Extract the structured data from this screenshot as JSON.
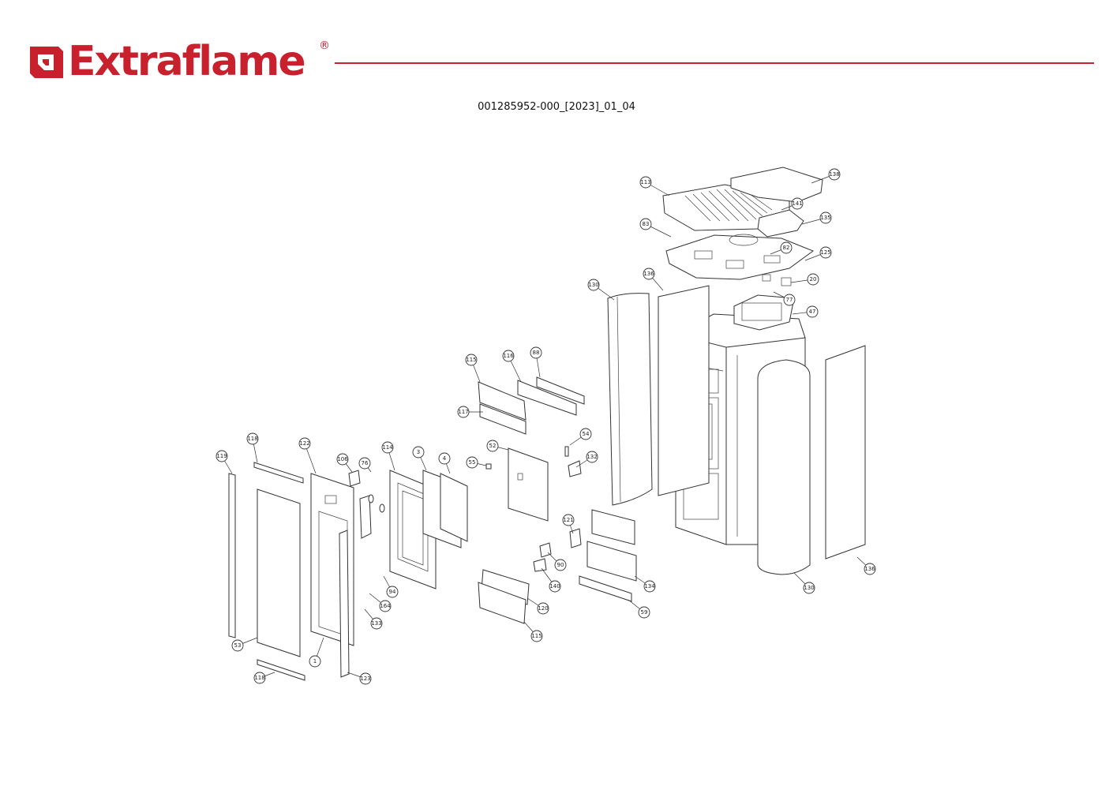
{
  "header": {
    "brand": "Extraflame",
    "registered_mark": "®",
    "brand_color": "#c8202c"
  },
  "document": {
    "code": "001285952-000_[2023]_01_04"
  },
  "callouts": [
    "138",
    "113",
    "141",
    "135",
    "83",
    "82",
    "125",
    "130",
    "136",
    "20",
    "77",
    "47",
    "115",
    "116",
    "88",
    "117",
    "54",
    "132",
    "118",
    "119",
    "122",
    "106",
    "76",
    "114",
    "3",
    "4",
    "55",
    "52",
    "121",
    "90",
    "140",
    "134",
    "120",
    "115",
    "59",
    "94",
    "164",
    "133",
    "53",
    "1",
    "118",
    "123",
    "130",
    "136"
  ]
}
